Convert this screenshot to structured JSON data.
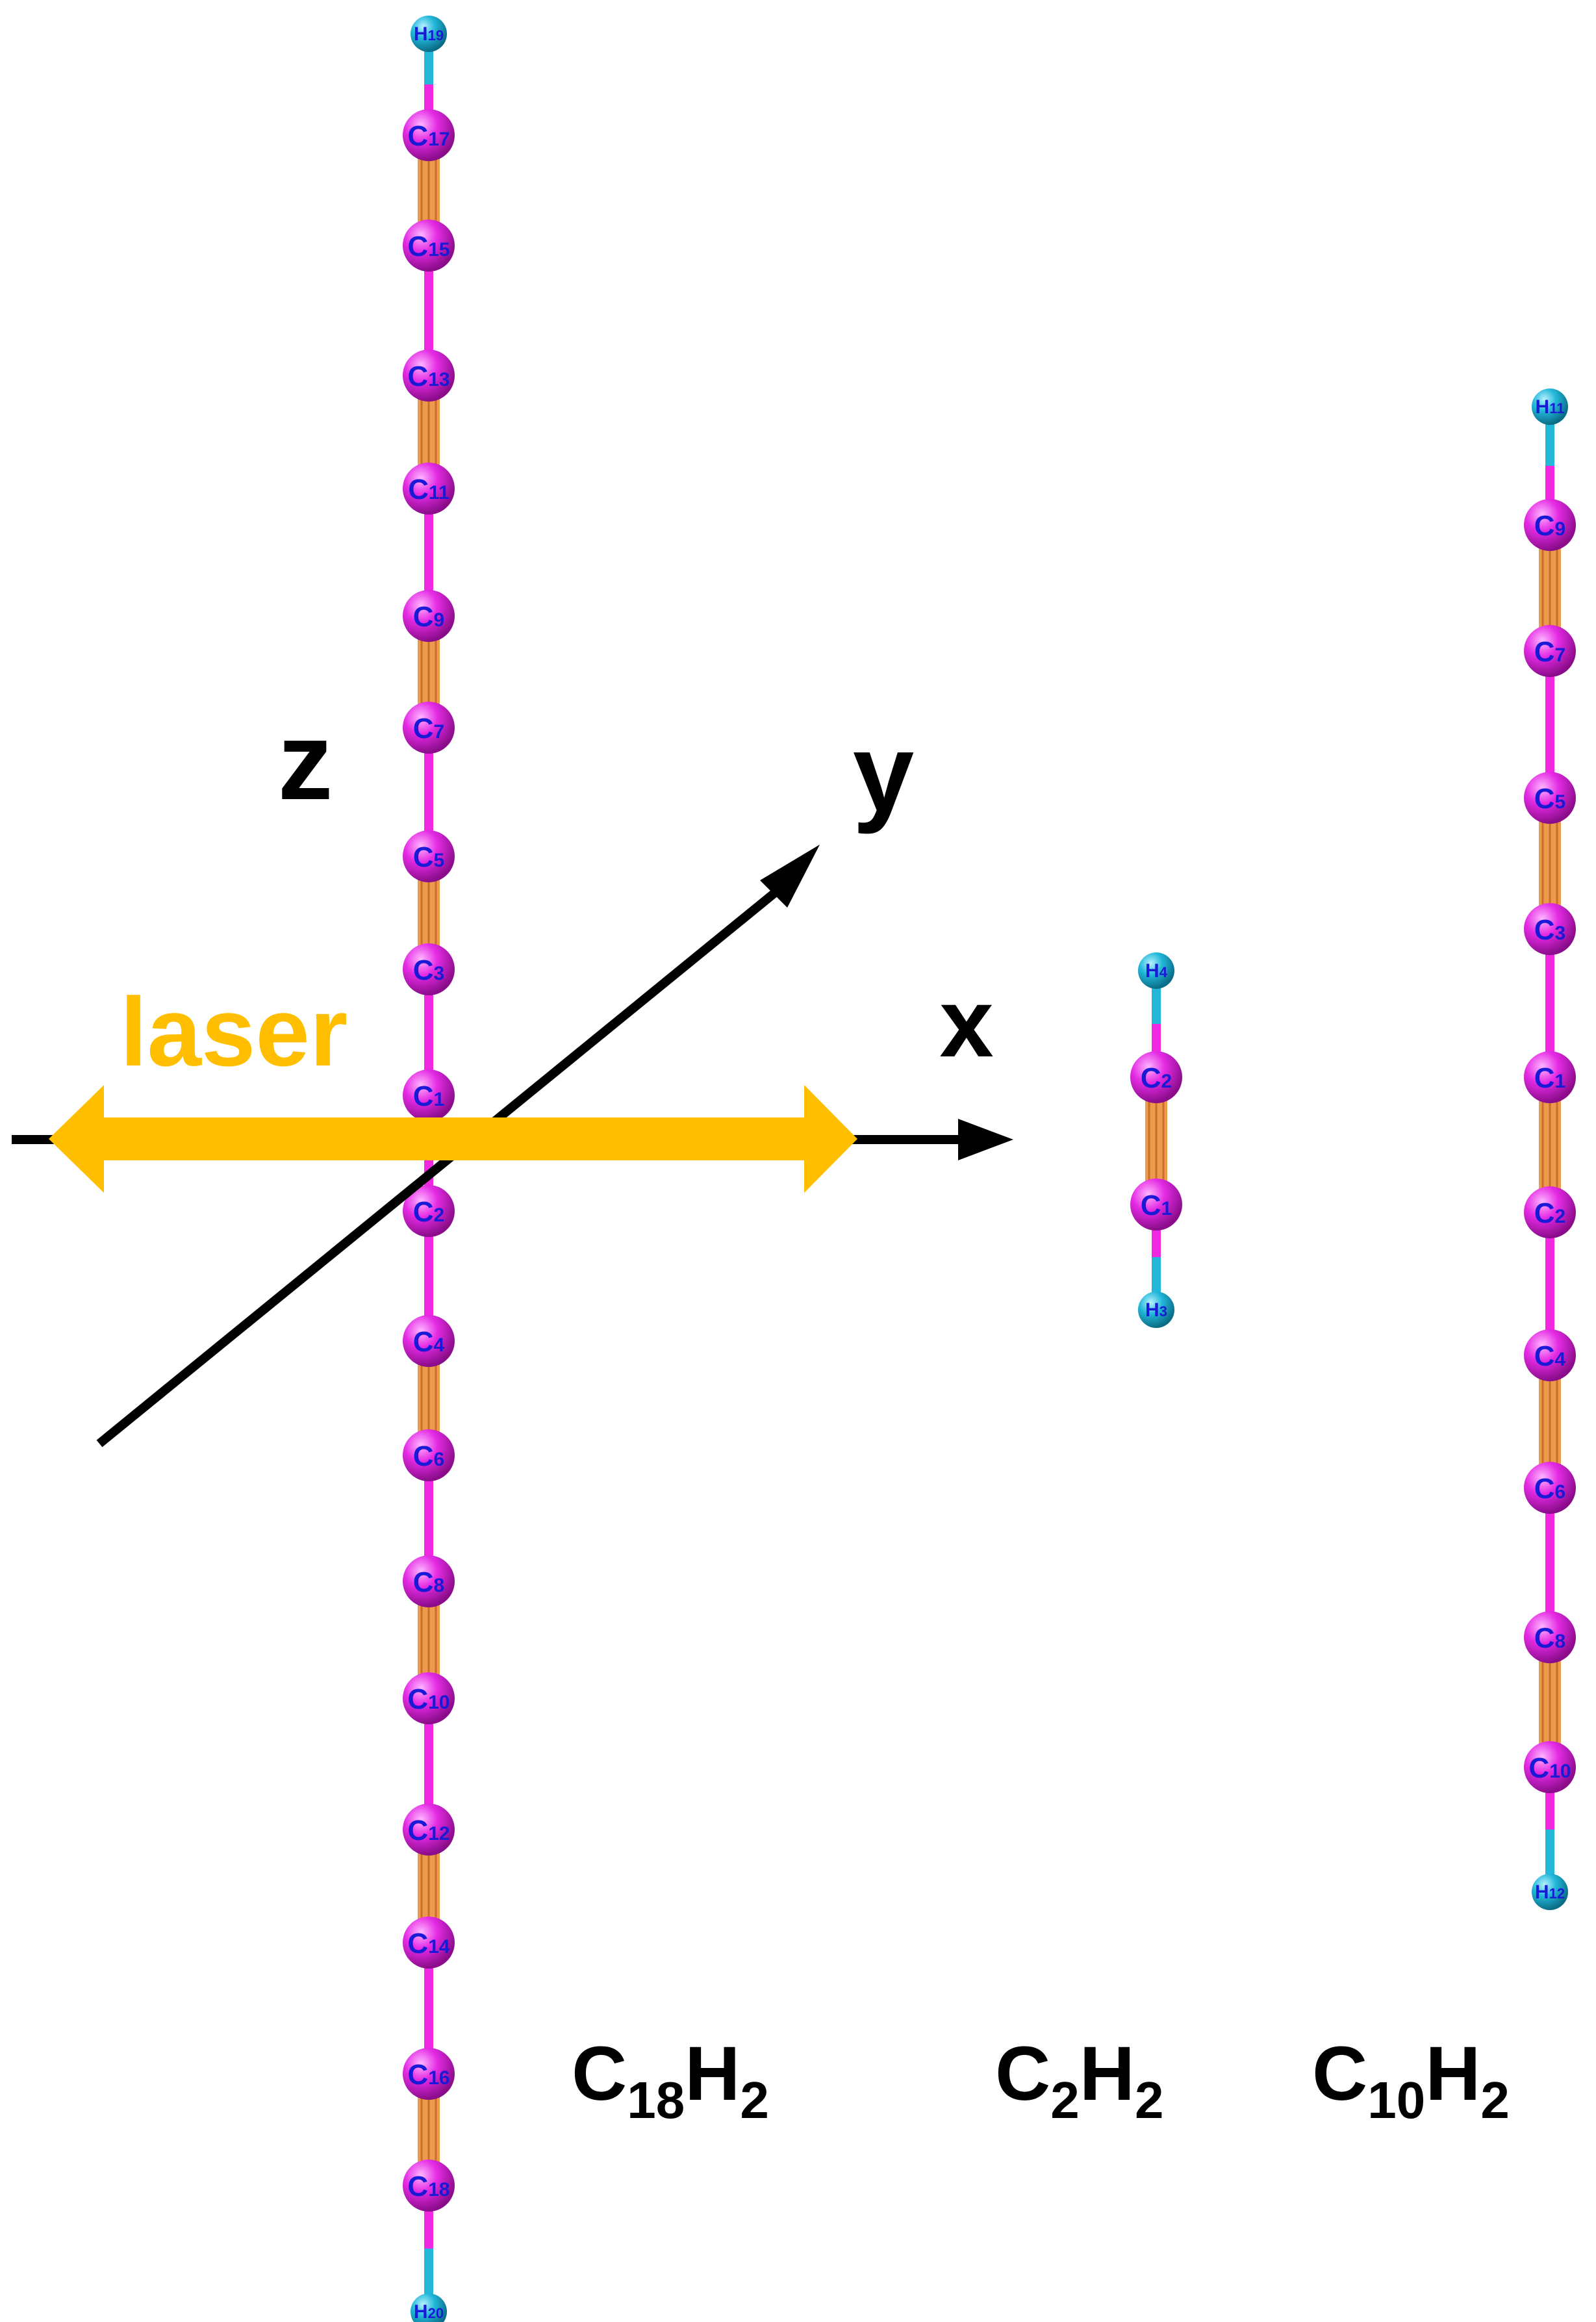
{
  "axes": {
    "x_label": "x",
    "y_label": "y",
    "z_label": "z"
  },
  "laser": {
    "label": "laser",
    "color": "#FFBF00"
  },
  "colors": {
    "carbon": "#E42BE4",
    "hydrogen": "#22B8DA",
    "single_bond": "#F028E0",
    "triple_bond": "#EE9A4D",
    "atom_label": "#1A1AD6"
  },
  "molecules": [
    {
      "id": "c18h2",
      "formula": {
        "base1": "C",
        "sub1": "18",
        "base2": "H",
        "sub2": "2"
      },
      "atoms": [
        {
          "el": "H",
          "num": "19"
        },
        {
          "el": "C",
          "num": "17"
        },
        {
          "el": "C",
          "num": "15"
        },
        {
          "el": "C",
          "num": "13"
        },
        {
          "el": "C",
          "num": "11"
        },
        {
          "el": "C",
          "num": "9"
        },
        {
          "el": "C",
          "num": "7"
        },
        {
          "el": "C",
          "num": "5"
        },
        {
          "el": "C",
          "num": "3"
        },
        {
          "el": "C",
          "num": "1"
        },
        {
          "el": "C",
          "num": "2"
        },
        {
          "el": "C",
          "num": "4"
        },
        {
          "el": "C",
          "num": "6"
        },
        {
          "el": "C",
          "num": "8"
        },
        {
          "el": "C",
          "num": "10"
        },
        {
          "el": "C",
          "num": "12"
        },
        {
          "el": "C",
          "num": "14"
        },
        {
          "el": "C",
          "num": "16"
        },
        {
          "el": "C",
          "num": "18"
        },
        {
          "el": "H",
          "num": "20"
        }
      ]
    },
    {
      "id": "c2h2",
      "formula": {
        "base1": "C",
        "sub1": "2",
        "base2": "H",
        "sub2": "2"
      },
      "atoms": [
        {
          "el": "H",
          "num": "4"
        },
        {
          "el": "C",
          "num": "2"
        },
        {
          "el": "C",
          "num": "1"
        },
        {
          "el": "H",
          "num": "3"
        }
      ]
    },
    {
      "id": "c10h2",
      "formula": {
        "base1": "C",
        "sub1": "10",
        "base2": "H",
        "sub2": "2"
      },
      "atoms": [
        {
          "el": "H",
          "num": "11"
        },
        {
          "el": "C",
          "num": "9"
        },
        {
          "el": "C",
          "num": "7"
        },
        {
          "el": "C",
          "num": "5"
        },
        {
          "el": "C",
          "num": "3"
        },
        {
          "el": "C",
          "num": "1"
        },
        {
          "el": "C",
          "num": "2"
        },
        {
          "el": "C",
          "num": "4"
        },
        {
          "el": "C",
          "num": "6"
        },
        {
          "el": "C",
          "num": "8"
        },
        {
          "el": "C",
          "num": "10"
        },
        {
          "el": "H",
          "num": "12"
        }
      ]
    }
  ]
}
